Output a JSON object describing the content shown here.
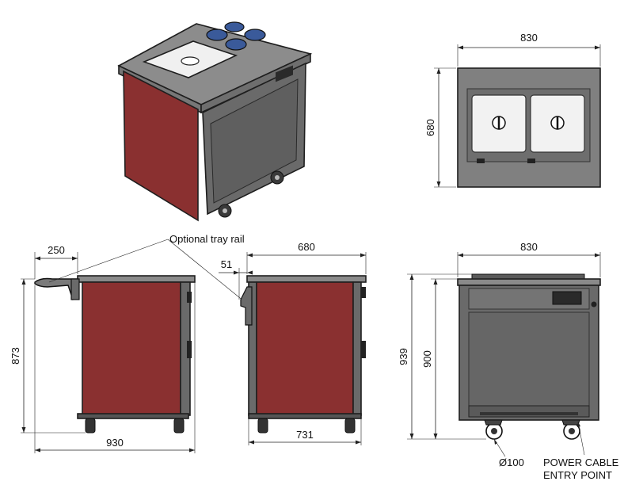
{
  "dimensions": {
    "plan_width": "830",
    "plan_depth": "680",
    "tray_rail_extension": "250",
    "side_depth": "680",
    "rail_offset": "51",
    "front_width": "830",
    "side_height": "873",
    "overall_height": "939",
    "body_height": "900",
    "overall_length": "930",
    "base_depth": "731",
    "castor_diameter": "Ø100"
  },
  "annotations": {
    "tray_rail": "Optional tray rail",
    "power_cable_line1": "POWER CABLE",
    "power_cable_line2": "ENTRY POINT"
  },
  "colors": {
    "panel_red": "#8a3030",
    "steel_grey": "#6a6a6a",
    "top_grey": "#8c8c8c",
    "dark_outline": "#1e1e1e",
    "well_blue": "#3a5a9a"
  }
}
